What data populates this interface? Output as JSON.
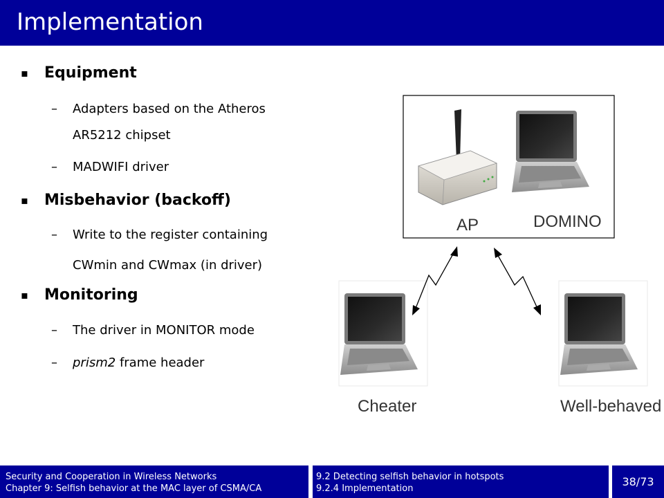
{
  "slide": {
    "title": "Implementation"
  },
  "bullets": [
    {
      "label": "Equipment",
      "subitems": [
        "Adapters based on the Atheros",
        "AR5212 chipset",
        "MADWIFI driver"
      ]
    },
    {
      "label": "Misbehavior (backoff)",
      "subitems": [
        "Write to the register containing",
        "CWmin and CWmax (in driver)"
      ]
    },
    {
      "label": "Monitoring",
      "subitems": [
        "The driver in MONITOR mode",
        "prism2",
        "frame header"
      ]
    }
  ],
  "diagram": {
    "ap_label": "AP",
    "domino_label": "DOMINO",
    "cheater_label": "Cheater",
    "wellbehaved_label": "Well-behaved"
  },
  "footer": {
    "book_title": "Security and Cooperation in Wireless Networks",
    "chapter": "Chapter 9: Selfish behavior at the MAC layer of CSMA/CA",
    "section": "9.2 Detecting selfish behavior in hotspots",
    "subsection": "9.2.4 Implementation",
    "page": "38/73"
  },
  "colors": {
    "title_bar": "#000099",
    "footer_bar": "#000099",
    "text": "#000000"
  }
}
